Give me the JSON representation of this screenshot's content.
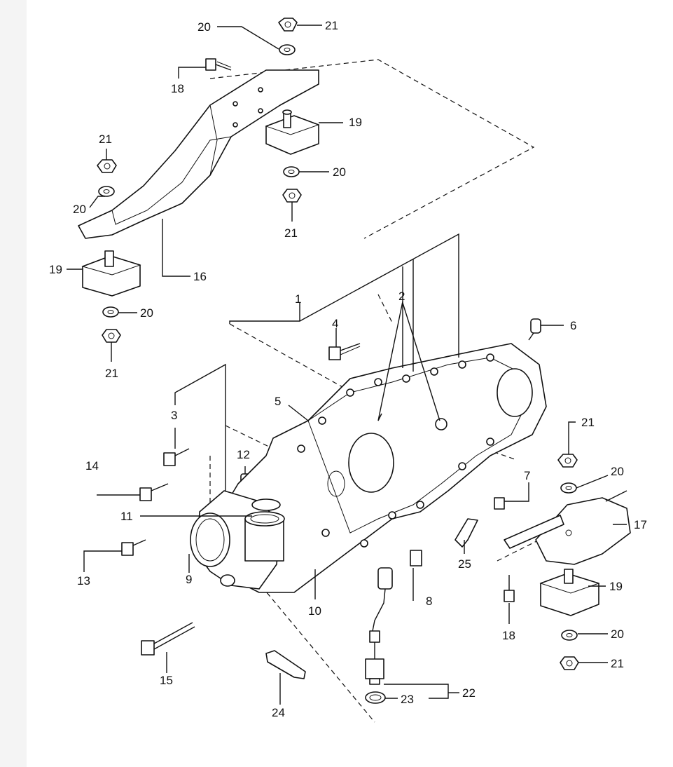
{
  "diagram": {
    "callouts": [
      "1",
      "2",
      "3",
      "4",
      "5",
      "6",
      "7",
      "8",
      "9",
      "10",
      "11",
      "12",
      "13",
      "14",
      "15",
      "16",
      "17",
      "18",
      "19",
      "20",
      "21",
      "22",
      "23",
      "24",
      "25"
    ],
    "labels": {
      "n20_top": "20",
      "n21_top": "21",
      "n18_top": "18",
      "n19_top": "19",
      "n21_left_a": "21",
      "n20_left_a": "20",
      "n20_mid": "20",
      "n21_mid": "21",
      "n19_left": "19",
      "n16": "16",
      "n20_left_b": "20",
      "n21_left_b": "21",
      "n1": "1",
      "n2": "2",
      "n4": "4",
      "n6": "6",
      "n5": "5",
      "n3": "3",
      "n21_right": "21",
      "n20_right": "20",
      "n7": "7",
      "n17": "17",
      "n12": "12",
      "n14": "14",
      "n11": "11",
      "n13": "13",
      "n9": "9",
      "n10": "10",
      "n8": "8",
      "n25": "25",
      "n18_right": "18",
      "n19_right": "19",
      "n20_right_b": "20",
      "n21_right_b": "21",
      "n15": "15",
      "n22": "22",
      "n23": "23",
      "n24": "24"
    }
  }
}
